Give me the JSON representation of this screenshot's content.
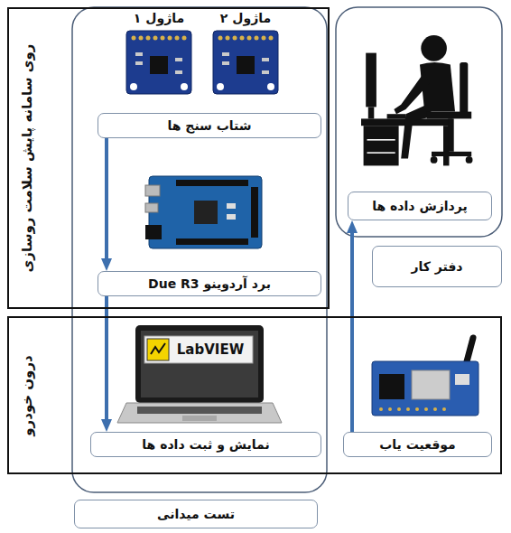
{
  "diagram": {
    "nodes": [
      {
        "text": [
          "روی سامانه پایش سلامت روسازی"
        ]
      },
      {
        "text": [
          "شتاب سنج ها"
        ],
        "in": 0
      },
      {
        "text": [
          "برد آردوینو Due R3"
        ],
        "in": 0
      },
      {
        "text": [
          "درون خودرو"
        ]
      },
      {
        "text": [
          "نمایش و ثبت داده ها"
        ],
        "in": 3
      },
      {
        "text": [
          "موقعیت یاب"
        ],
        "in": 3
      },
      {
        "text": [
          "پردازش داده ها"
        ]
      },
      {
        "text": [
          "دفتر کار"
        ]
      },
      {
        "text": [
          "تست میدانی"
        ]
      }
    ],
    "edges": [
      {
        "from": 1,
        "to": 2,
        "arrow": "to"
      },
      {
        "from": 2,
        "to": 4,
        "arrow": "to"
      },
      {
        "from": 5,
        "to": 6,
        "arrow": "to"
      }
    ],
    "labels": [
      "ماژول ۱",
      "ماژول ۲",
      "LabVIEW"
    ]
  }
}
